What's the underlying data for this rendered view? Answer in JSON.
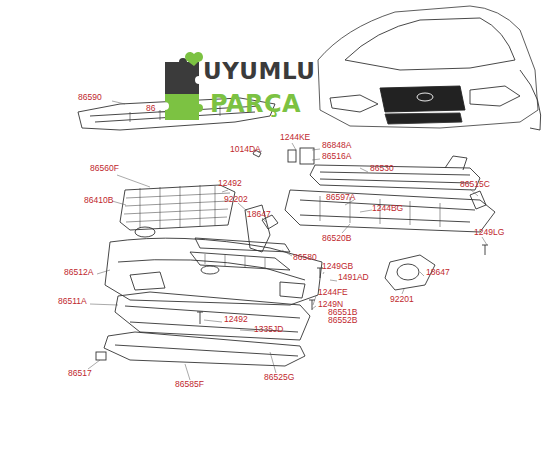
{
  "diagram": {
    "labels": [
      "UYUMLU",
      "PARÇA",
      "86590",
      "86",
      "1244KE",
      "1014DA",
      "86848A",
      "86516A",
      "86560F",
      "86530",
      "12492",
      "86515C",
      "92202",
      "86597A",
      "1244BG",
      "86410B",
      "18647",
      "86520B",
      "1249LG",
      "86580",
      "86512A",
      "1249GB",
      "1491AD",
      "18647",
      "1244FE",
      "86511A",
      "92201",
      "1249N",
      "86551B",
      "86552B",
      "12492",
      "1335JD",
      "86517",
      "86585F",
      "86525G"
    ]
  }
}
